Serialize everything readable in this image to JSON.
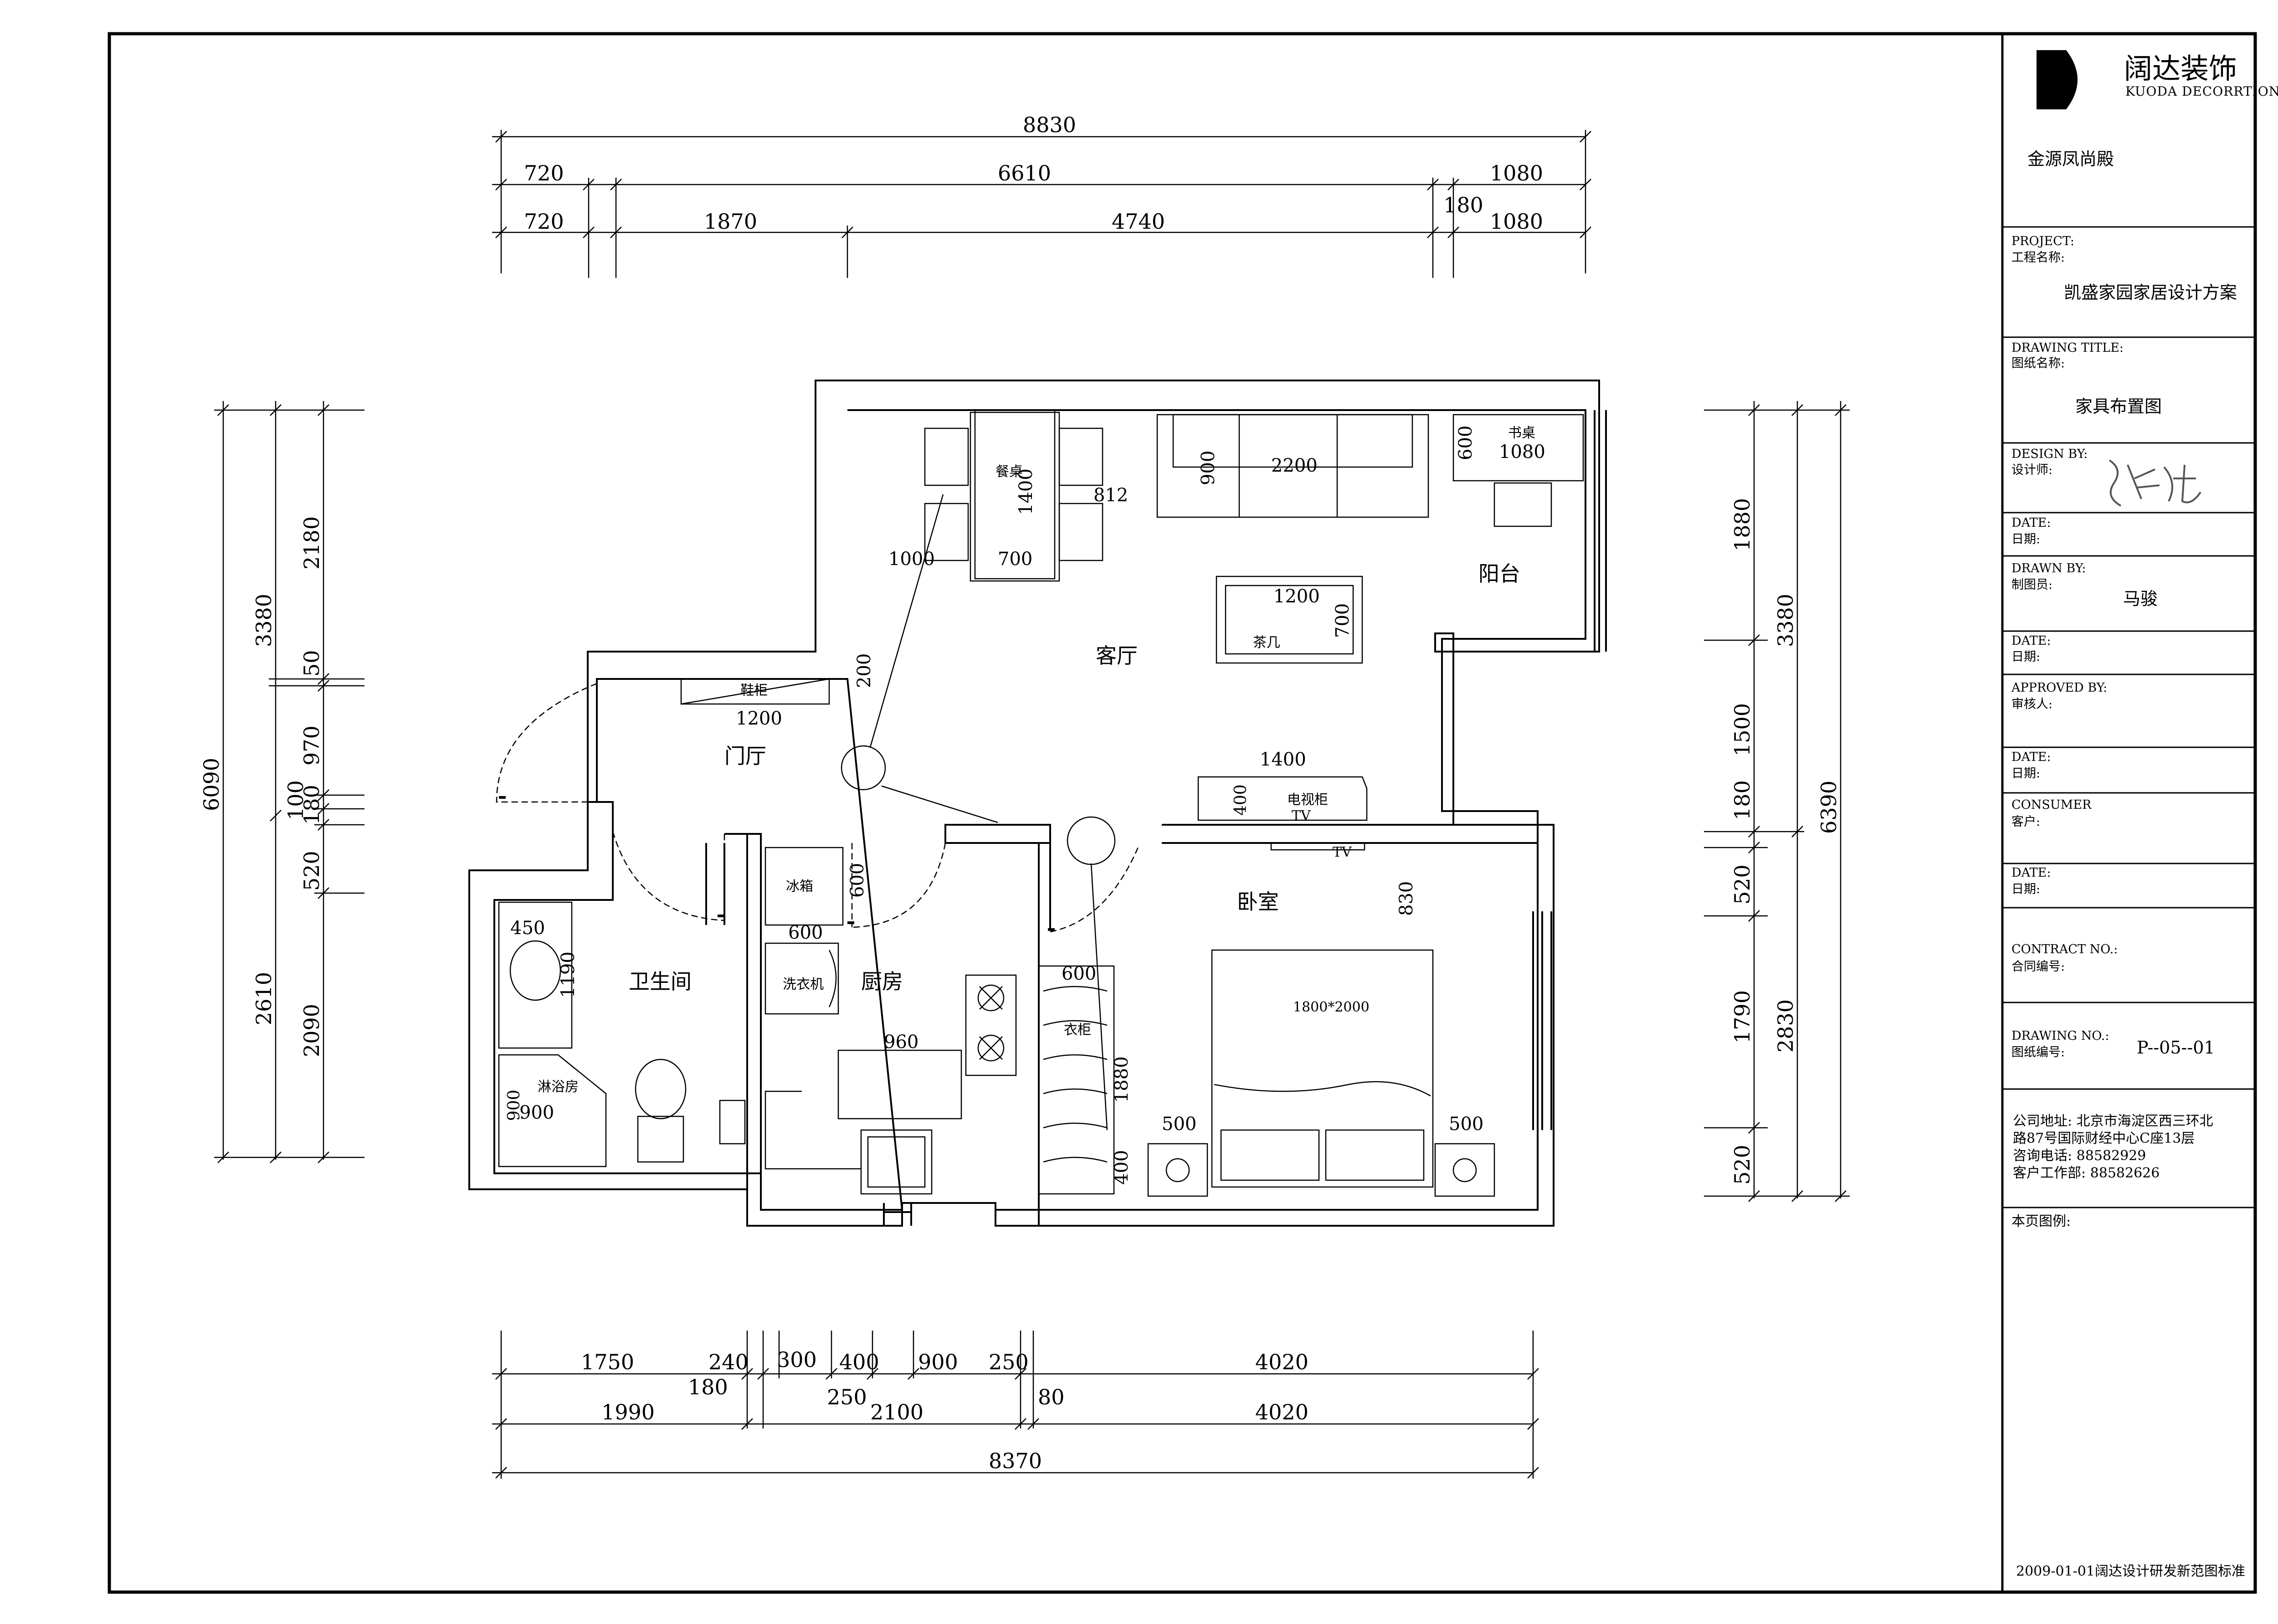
{
  "title_block": {
    "brand_cn": "阔达装饰",
    "brand_en": "KUODA DECORRTION",
    "project_name_top": "金源凤尚殿",
    "project_label_en": "PROJECT:",
    "project_label_cn": "工程名称:",
    "project_value": "凯盛家园家居设计方案",
    "drawing_title_label_en": "DRAWING TITLE:",
    "drawing_title_label_cn": "图纸名称:",
    "drawing_title_value": "家具布置图",
    "design_by_label_en": "DESIGN BY:",
    "design_by_label_cn": "设计师:",
    "date_label_en": "DATE:",
    "date_label_cn": "日期:",
    "drawn_by_label_en": "DRAWN BY:",
    "drawn_by_label_cn": "制图员:",
    "drawn_by_value": "马骏",
    "approved_by_label_en": "APPROVED BY:",
    "approved_by_label_cn": "审核人:",
    "consumer_label_en": "CONSUMER",
    "consumer_label_cn": "客户:",
    "contract_label_en": "CONTRACT NO.:",
    "contract_label_cn": "合同编号:",
    "drawing_no_label_en": "DRAWING NO.:",
    "drawing_no_label_cn": "图纸编号:",
    "drawing_no_value": "P--05--01",
    "address_line1": "公司地址: 北京市海淀区西三环北",
    "address_line2": "路87号国际财经中心C座13层",
    "phone_line": "咨询电话: 88582929",
    "service_line": "客户工作部: 88582626",
    "legend_label": "本页图例:",
    "footer": "2009-01-01阔达设计研发新范图标准"
  },
  "dimensions": {
    "top_total": "8830",
    "top_row2": [
      "720",
      "6610",
      "1080"
    ],
    "top_row3": [
      "720",
      "1870",
      "4740",
      "180",
      "1080"
    ],
    "bottom_row1": [
      "1750",
      "240",
      "180",
      "300",
      "250",
      "400",
      "900",
      "250",
      "4020"
    ],
    "bottom_row2": [
      "1990",
      "2100",
      "80",
      "4020"
    ],
    "bottom_total": "8370",
    "left_outer": "6090",
    "left_mid": [
      "3380",
      "2610"
    ],
    "left_inner": [
      "2180",
      "50",
      "970",
      "100",
      "180",
      "520",
      "2090"
    ],
    "right_inner": [
      "1880",
      "1500",
      "180",
      "520",
      "1790",
      "520"
    ],
    "right_mid": [
      "3380",
      "2830"
    ],
    "right_outer": "6390"
  },
  "rooms": {
    "living": "客厅",
    "balcony": "阳台",
    "foyer": "门厅",
    "bathroom": "卫生间",
    "kitchen": "厨房",
    "bedroom": "卧室"
  },
  "furniture": {
    "dining_table": "餐桌",
    "dining_len": "1400",
    "dining_w": "700",
    "dining_gap1": "1000",
    "dining_gap2": "812",
    "sofa_depth": "900",
    "sofa_len": "2200",
    "desk": "书桌",
    "desk_len": "1080",
    "desk_w": "600",
    "tea_table": "茶几",
    "tea_len": "1200",
    "tea_w": "700",
    "shoe_cabinet": "鞋柜",
    "shoe_len": "1200",
    "shoe_w": "200",
    "tv_cabinet": "电视柜",
    "tv_cab_len": "1400",
    "tv_cab_w": "400",
    "tv": "TV",
    "fridge": "冰箱",
    "fridge_w": "600",
    "washer": "洗衣机",
    "washer_w": "600",
    "counter_len": "960",
    "wardrobe": "衣柜",
    "wardrobe_w": "600",
    "wardrobe_len": "1880",
    "wardrobe_d": "400",
    "bed": "1800*2000",
    "bed_gap": "830",
    "nightstand_left": "500",
    "nightstand_right": "500",
    "basin_w": "450",
    "basin_len": "1190",
    "shower": "淋浴房",
    "shower_w": "900",
    "shower_h": "900"
  }
}
